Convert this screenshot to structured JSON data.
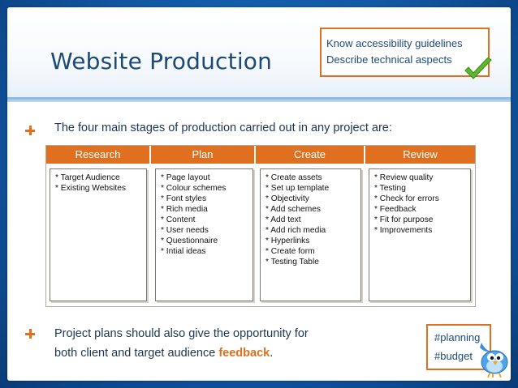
{
  "title": "Website Production",
  "callout": {
    "line1": "Know accessibility guidelines",
    "line2": "Describe technical aspects"
  },
  "bullet1": "The four main stages of production carried out in any project are:",
  "stages": [
    {
      "label": "Research",
      "items": [
        "* Target Audience",
        "* Existing Websites"
      ]
    },
    {
      "label": "Plan",
      "items": [
        "* Page layout",
        "* Colour schemes",
        "* Font styles",
        "* Rich media",
        "* Content",
        "* User needs",
        "* Questionnaire",
        "* Intial ideas"
      ]
    },
    {
      "label": "Create",
      "items": [
        "* Create assets",
        "* Set up template",
        "* Objectivity",
        "* Add schemes",
        "* Add text",
        "* Add rich media",
        "* Hyperlinks",
        "* Create form",
        "* Testing Table"
      ]
    },
    {
      "label": "Review",
      "items": [
        "* Review quality",
        "* Testing",
        "* Check for errors",
        "* Feedback",
        "* Fit for purpose",
        "* Improvements"
      ]
    }
  ],
  "bullet2": {
    "line1": "Project plans should also give the opportunity for",
    "line2_prefix": "both client and target audience ",
    "highlight": "feedback",
    "line2_suffix": "."
  },
  "tags": [
    "#planning",
    "#budget"
  ],
  "colors": {
    "accent": "#e07020",
    "title": "#1c4a78",
    "background": "#1259a6"
  },
  "icons": {
    "check": "checkmark-icon",
    "bullet": "plus-icon",
    "mascot": "bird-icon"
  }
}
